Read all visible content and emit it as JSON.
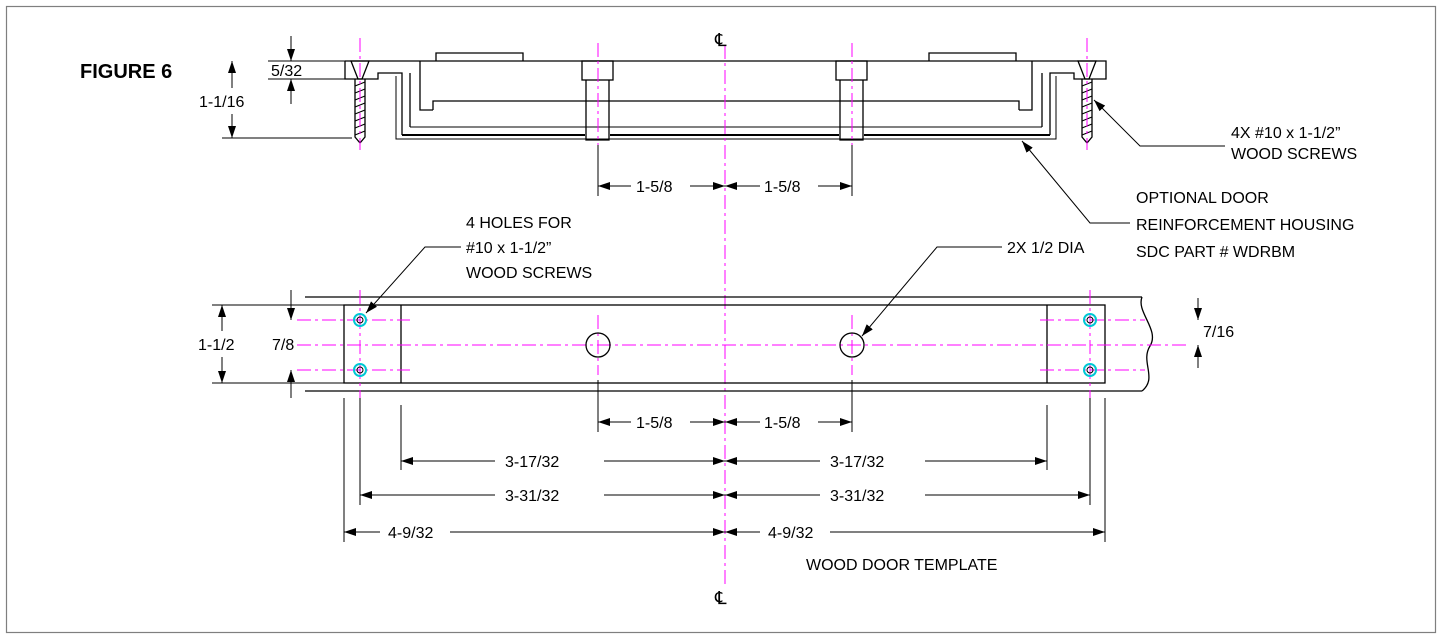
{
  "figure_label": "FIGURE 6",
  "centerline_symbol": "℄",
  "side_view": {
    "dim_5_32": "5/32",
    "dim_1_1_16": "1-1/16",
    "dim_1_5_8_left": "1-5/8",
    "dim_1_5_8_right": "1-5/8",
    "screws_note": [
      "4X #10 x 1-1/2”",
      "WOOD SCREWS"
    ],
    "reinforcement_note": [
      "OPTIONAL DOOR",
      "REINFORCEMENT HOUSING",
      "SDC PART # WDRBM"
    ]
  },
  "template_view": {
    "holes_note": [
      "4 HOLES FOR",
      "#10 x 1-1/2”",
      "WOOD SCREWS"
    ],
    "dia_note": "2X 1/2 DIA",
    "dim_1_1_2": "1-1/2",
    "dim_7_8": "7/8",
    "dim_7_16": "7/16",
    "dim_1_5_8_left": "1-5/8",
    "dim_1_5_8_right": "1-5/8",
    "dim_3_17_32_left": "3-17/32",
    "dim_3_17_32_right": "3-17/32",
    "dim_3_31_32_left": "3-31/32",
    "dim_3_31_32_right": "3-31/32",
    "dim_4_9_32_left": "4-9/32",
    "dim_4_9_32_right": "4-9/32",
    "caption": "WOOD DOOR TEMPLATE"
  },
  "colors": {
    "centerline": "#ff00ff",
    "screw_hole_ring": "#00c8d4",
    "lines": "#000000",
    "border": "#7f7f7f"
  }
}
